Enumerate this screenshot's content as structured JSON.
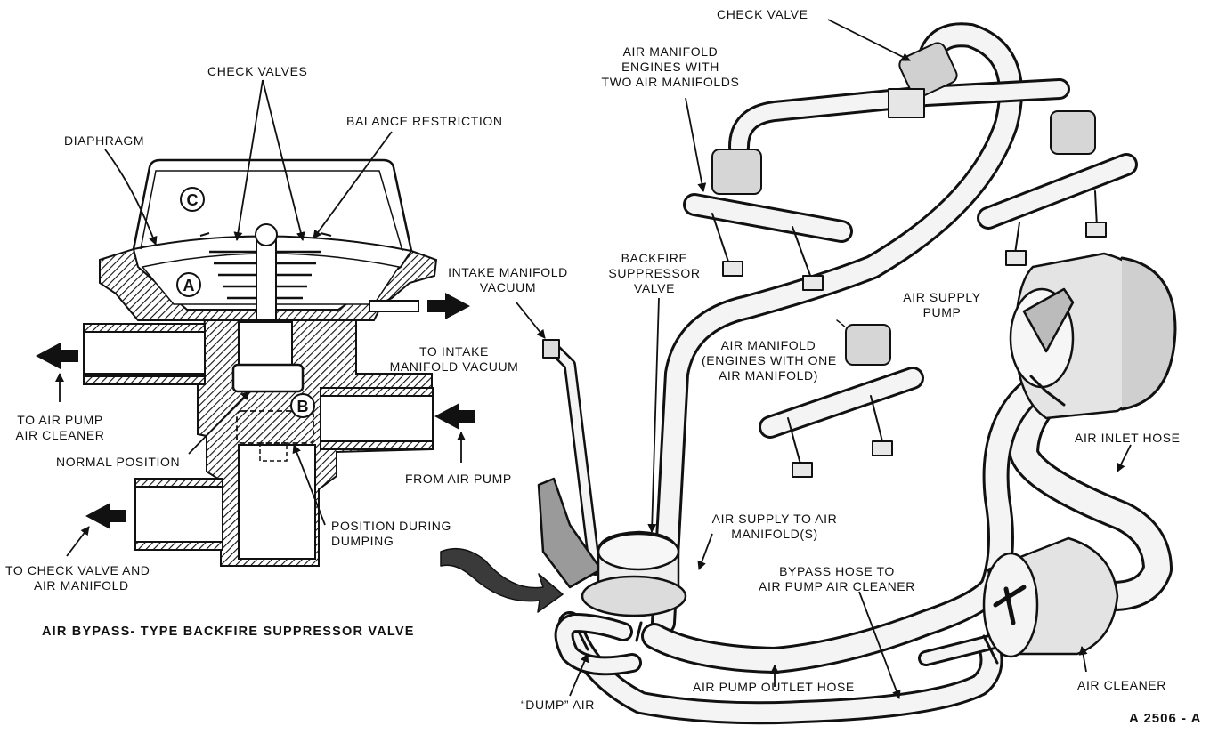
{
  "figure": {
    "title": "AIR BYPASS- TYPE BACKFIRE SUPPRESSOR VALVE",
    "figure_id": "A 2506 - A"
  },
  "valve_section": {
    "circle_labels": {
      "c": "C",
      "a": "A",
      "b": "B"
    },
    "labels": {
      "check_valves": "CHECK VALVES",
      "balance_restriction": "BALANCE RESTRICTION",
      "diaphragm": "DIAPHRAGM",
      "intake_manifold_vacuum": [
        "INTAKE MANIFOLD",
        "VACUUM"
      ],
      "to_intake_manifold_vacuum": [
        "TO INTAKE",
        "MANIFOLD VACUUM"
      ],
      "to_air_pump_air_cleaner": [
        "TO AIR PUMP",
        "AIR CLEANER"
      ],
      "normal_position": "NORMAL POSITION",
      "from_air_pump": "FROM AIR PUMP",
      "position_during_dumping": [
        "POSITION DURING",
        "DUMPING"
      ],
      "to_check_valve_and_air_manifold": [
        "TO CHECK VALVE AND",
        "AIR MANIFOLD"
      ]
    }
  },
  "system": {
    "labels": {
      "check_valve": "CHECK VALVE",
      "air_manifold_two": [
        "AIR MANIFOLD",
        "ENGINES WITH",
        "TWO AIR MANIFOLDS"
      ],
      "backfire_suppressor_valve": [
        "BACKFIRE",
        "SUPPRESSOR",
        "VALVE"
      ],
      "air_supply_pump": [
        "AIR SUPPLY",
        "PUMP"
      ],
      "air_manifold_one": [
        "AIR MANIFOLD",
        "(ENGINES WITH ONE",
        "AIR MANIFOLD)"
      ],
      "air_inlet_hose": "AIR INLET HOSE",
      "air_supply_to_air_manifolds": [
        "AIR SUPPLY  TO AIR",
        "MANIFOLD(S)"
      ],
      "bypass_hose": [
        "BYPASS HOSE TO",
        "AIR PUMP AIR CLEANER"
      ],
      "dump_air": "“DUMP” AIR",
      "air_pump_outlet_hose": "AIR PUMP OUTLET HOSE",
      "air_cleaner": "AIR CLEANER"
    }
  },
  "colors": {
    "ink": "#111111",
    "paper": "#ffffff",
    "tube_fill": "#f4f4f4",
    "shade": "#9a9a9a"
  }
}
